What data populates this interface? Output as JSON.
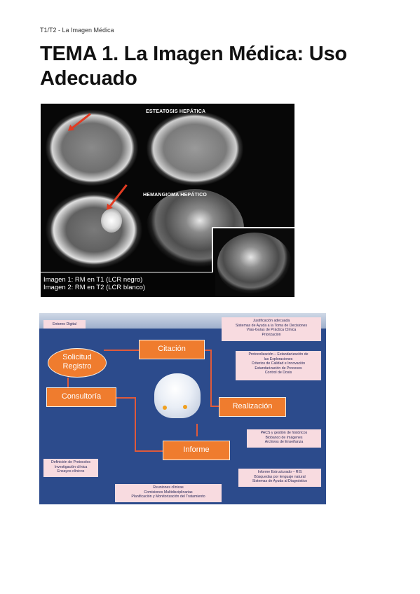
{
  "header": {
    "text": "T1/T2 - La Imagen Médica"
  },
  "title": {
    "text": "TEMA 1. La Imagen Médica: Uso Adecuado"
  },
  "mri_figure": {
    "label_top": "ESTEATOSIS HEPÁTICA",
    "label_mid": "HEMANGIOMA HEPÁTICO",
    "caption_line1": "Imagen 1: RM en T1 (LCR negro)",
    "caption_line2": "Imagen 2: RM en T2 (LCR blanco)",
    "arrow_color": "#e23b22"
  },
  "flow_diagram": {
    "background_color": "#2c4b8c",
    "node_color": "#ef7c2e",
    "note_color": "#f8dbe0",
    "nodes": {
      "solicitud_line1": "Solicitud",
      "solicitud_line2": "Registro",
      "citacion": "Citación",
      "consultoria": "Consultoría",
      "realizacion": "Realización",
      "informe": "Informe"
    },
    "notes": {
      "entorno": [
        "Entorno Digital"
      ],
      "citacion": [
        "Justificación adecuada",
        "Sistemas de Ayuda a la Toma de Decisiones",
        "Vías-Guías de Práctica Clínica",
        "Priorización"
      ],
      "realizacion": [
        "Protocolización – Estandarización de",
        "las Exploraciones",
        "Criterios de Calidad e Innovación",
        "Estandarización de Procesos",
        "Control de Dosis"
      ],
      "pacs": [
        "PACS y gestión de históricos",
        "Biobanco de Imágenes",
        "Archivos de Enseñanza"
      ],
      "informe": [
        "Informe Estructurado – RIS",
        "Búsquedas por lenguaje natural",
        "Sistemas de Ayuda al Diagnóstico"
      ],
      "consultoria": [
        "Definición de Protocolos",
        "Investigación clínica",
        "Ensayos clínicos"
      ],
      "reuniones": [
        "Reuniones clínicas",
        "Comisiones Multidisciplinarias",
        "Planificación y Monitorización del Tratamiento"
      ]
    }
  }
}
